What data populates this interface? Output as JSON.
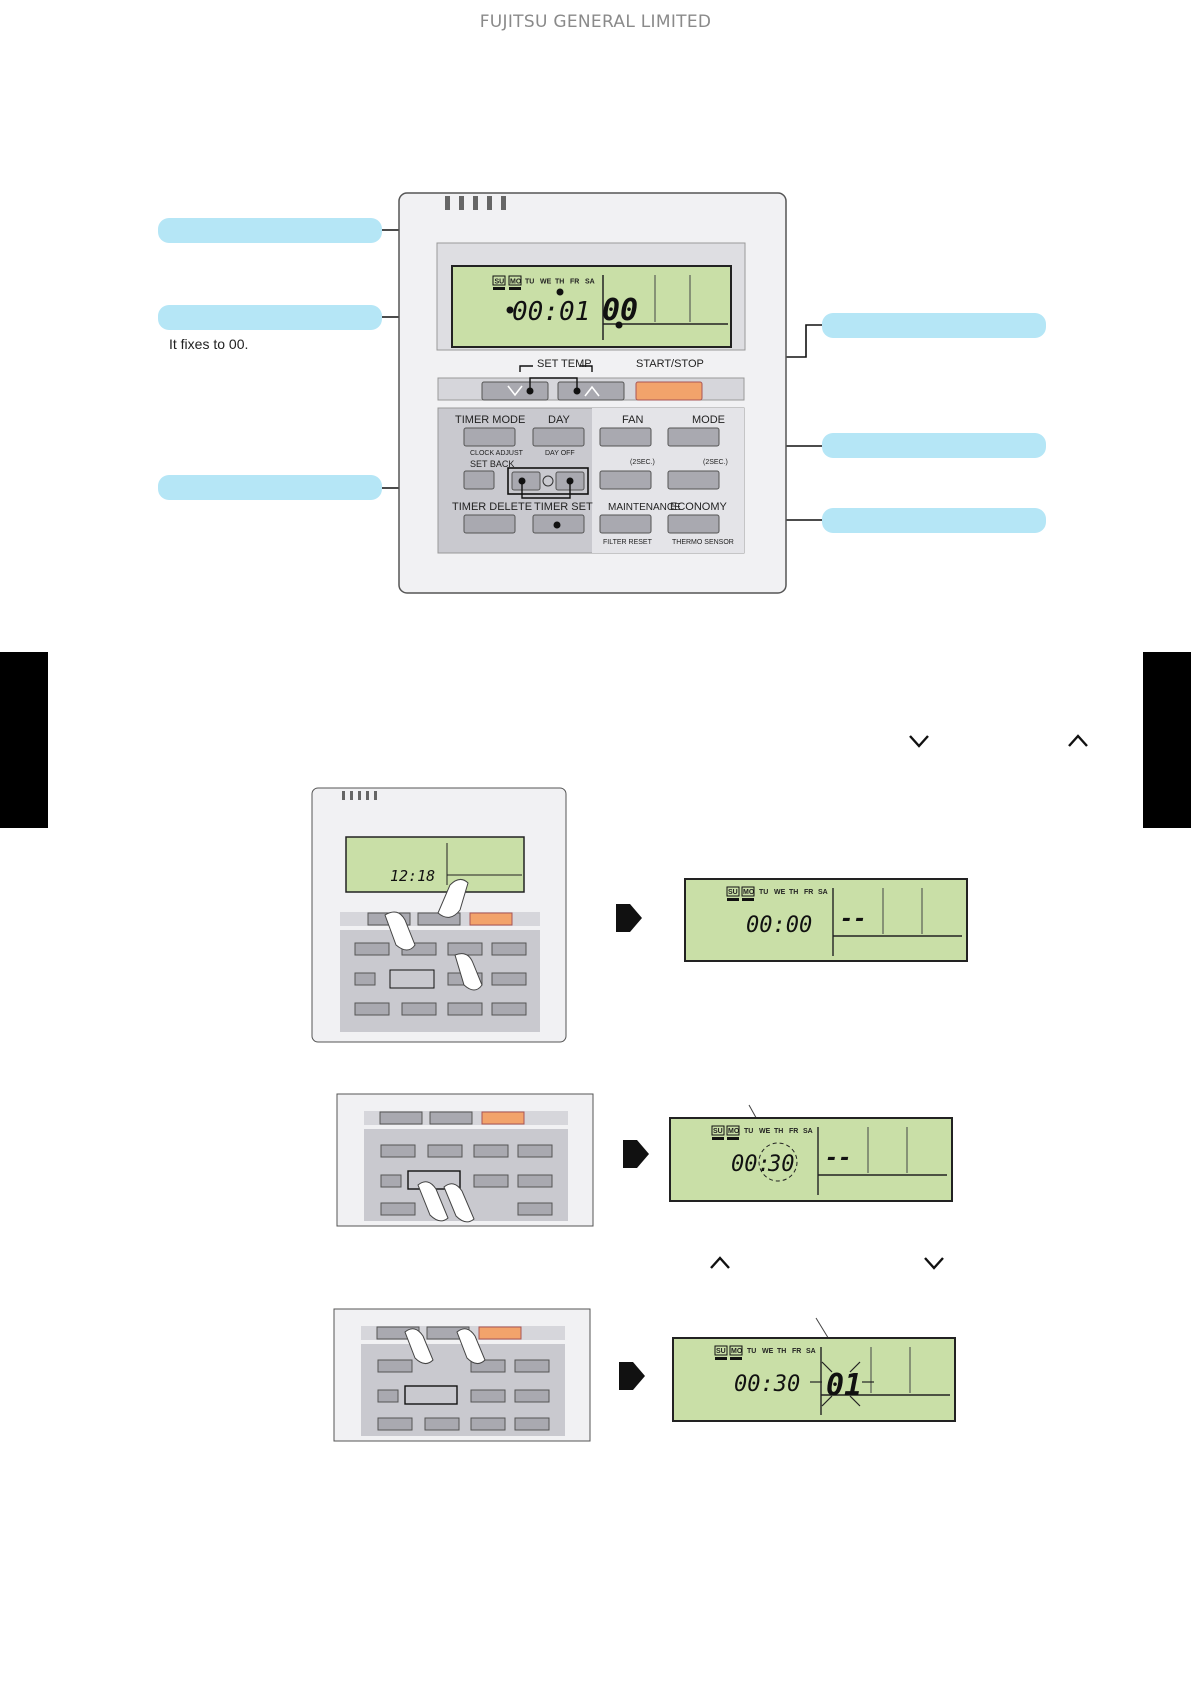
{
  "header": {
    "company": "FUJITSU GENERAL LIMITED"
  },
  "note": {
    "fixes": "It fixes to 00."
  },
  "remote": {
    "days": [
      "SU",
      "MO",
      "TU",
      "WE",
      "TH",
      "FR",
      "SA"
    ],
    "clock_main": "00:01",
    "digits_main": "00",
    "set_temp": "SET TEMP.",
    "start_stop": "START/STOP",
    "timer_mode": "TIMER MODE",
    "day": "DAY",
    "fan": "FAN",
    "mode": "MODE",
    "clock_adjust": "CLOCK ADJUST",
    "day_off": "DAY OFF",
    "set_back": "SET BACK",
    "sec2": "(2SEC.)",
    "timer_delete": "TIMER DELETE",
    "timer_set": "TIMER SET",
    "maintenance": "MAINTENANCE",
    "economy": "ECONOMY",
    "filter_reset": "FILTER RESET",
    "thermo_sensor": "THERMO SENSOR"
  },
  "steps": {
    "small_clock": "12:18",
    "lcd1_time": "00:00",
    "lcd1_temp": "--",
    "lcd2_time_a": "00:",
    "lcd2_time_b": "30",
    "lcd2_temp": "--",
    "lcd3_time": "00:30",
    "lcd3_digits": "01"
  },
  "colors": {
    "callout": "#b5e6f6",
    "lcd": "#c9dfa7",
    "orange": "#f2a36b",
    "panel": "#c9c9cf"
  }
}
